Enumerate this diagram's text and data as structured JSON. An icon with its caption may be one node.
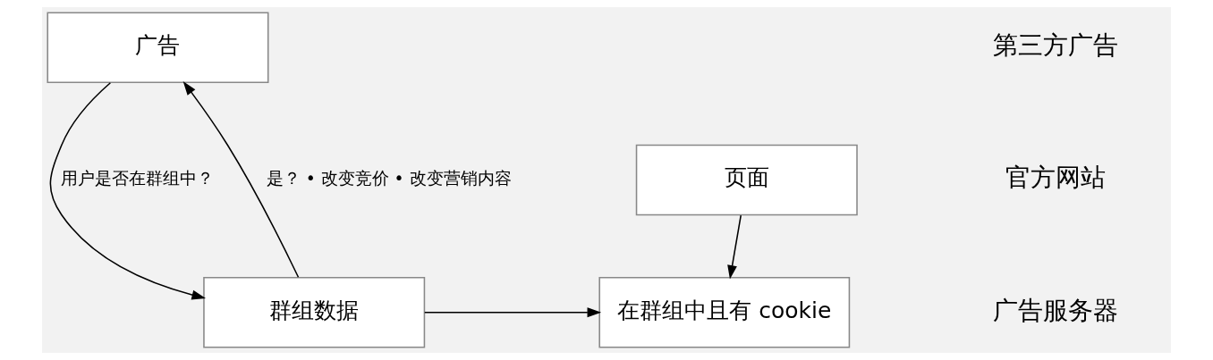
{
  "diagram": {
    "nodes": [
      {
        "text": [
          "广告"
        ]
      },
      {
        "text": [
          "页面"
        ]
      },
      {
        "text": [
          "在群组中且有 cookie"
        ]
      },
      {
        "text": [
          "群组数据"
        ]
      }
    ],
    "edges": [
      {
        "from": 0,
        "to": 3,
        "arrow": "to",
        "label": "用户是否在群组中？"
      },
      {
        "from": 3,
        "to": 0,
        "arrow": "to",
        "label": "是？ • 改变竞价 • 改变营销内容"
      },
      {
        "from": 1,
        "to": 2,
        "arrow": "to"
      },
      {
        "from": 3,
        "to": 2,
        "arrow": "to"
      }
    ],
    "labels": [
      "第三方广告",
      "官方网站",
      "广告服务器"
    ]
  }
}
